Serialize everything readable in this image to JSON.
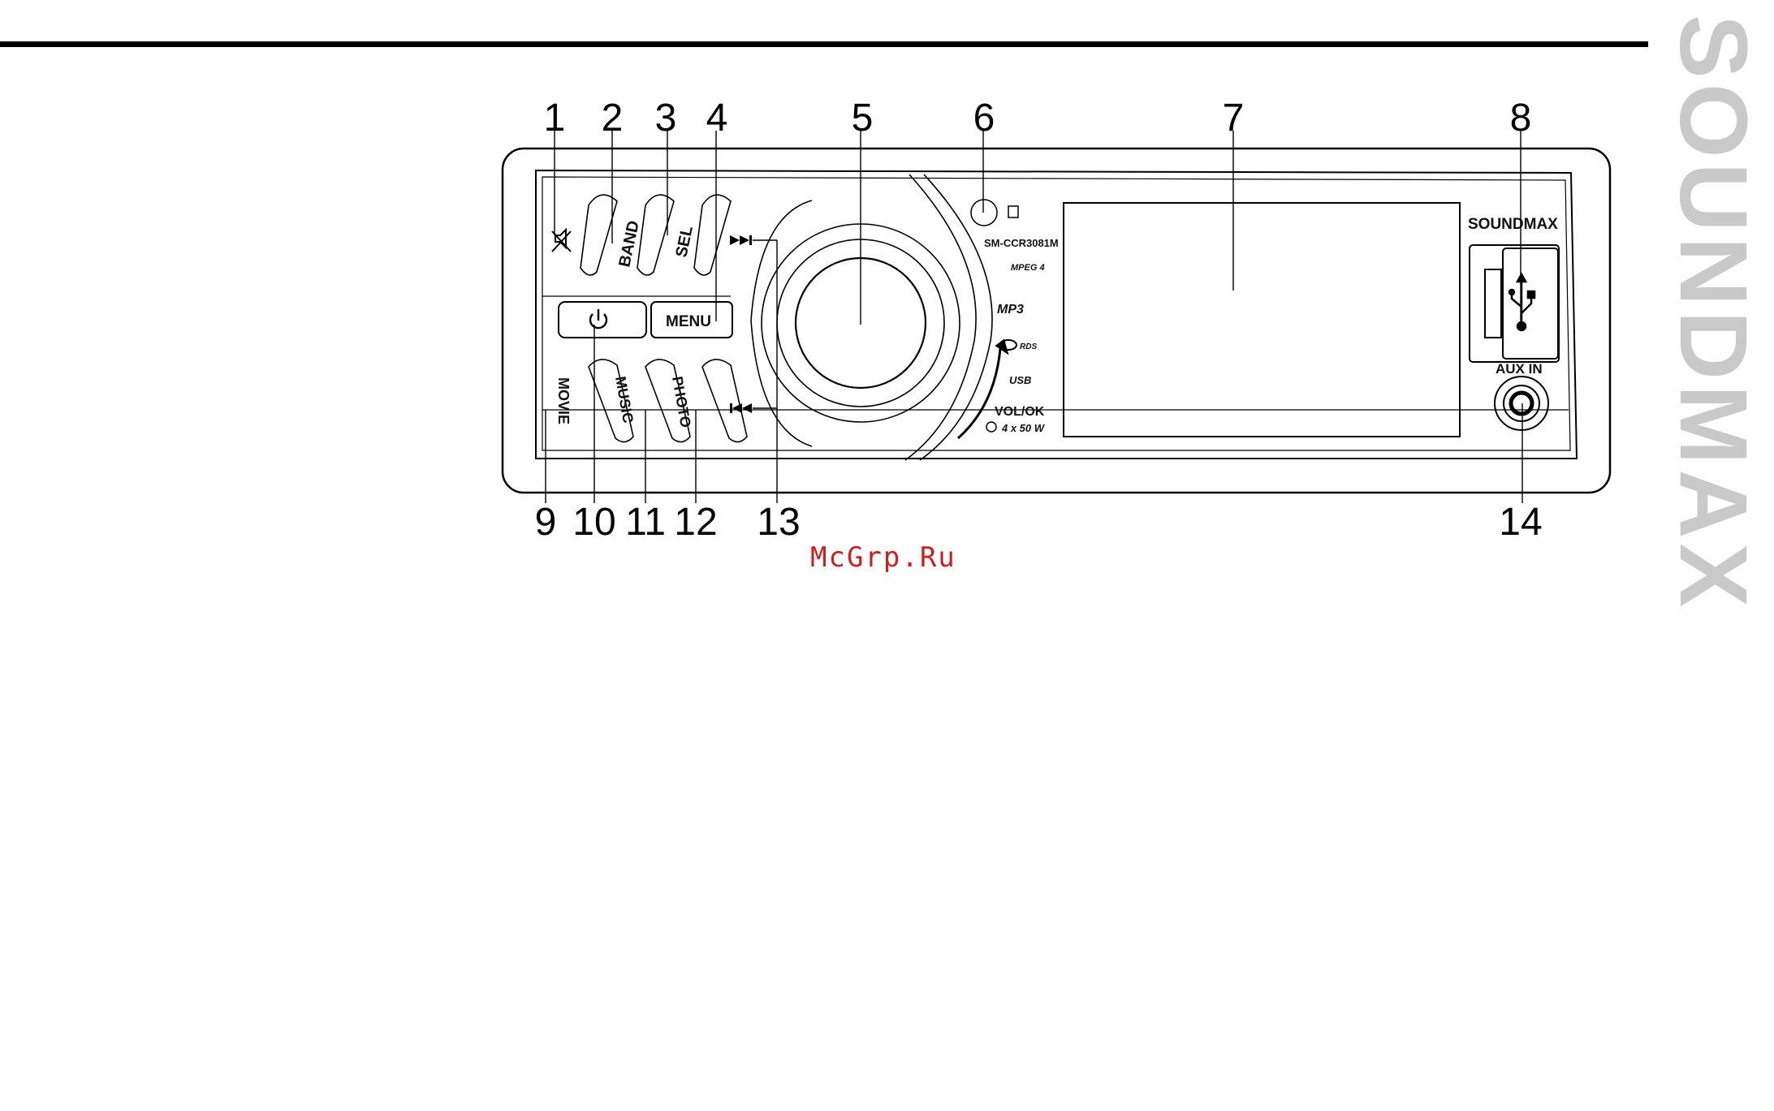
{
  "brand_side": "SOUNDMAX",
  "watermark": "McGrp.Ru",
  "callouts_top": [
    "1",
    "2",
    "3",
    "4",
    "5",
    "6",
    "7",
    "8"
  ],
  "callouts_bottom": [
    "9",
    "10",
    "11",
    "12",
    "13",
    "14"
  ],
  "device": {
    "brand": "SOUNDMAX",
    "model": "SM-CCR3081M",
    "band": "BAND",
    "sel": "SEL",
    "menu": "MENU",
    "movie": "MOVIE",
    "music": "MUSIC",
    "photo": "PHOTO",
    "vol": "VOL/OK",
    "power_out": "4 x 50 W",
    "aux": "AUX IN",
    "logos": {
      "mpeg": "MPEG 4",
      "mp3": "MP3",
      "rds": "RDS",
      "usb": "USB"
    }
  },
  "colors": {
    "line": "#000000",
    "watermark": "#cc1f1f",
    "side_brand": "#c9c9c9"
  },
  "icons": [
    "mute-icon",
    "power-icon",
    "next-track-icon",
    "prev-track-icon",
    "usb-icon",
    "ir-sensor-icon"
  ]
}
